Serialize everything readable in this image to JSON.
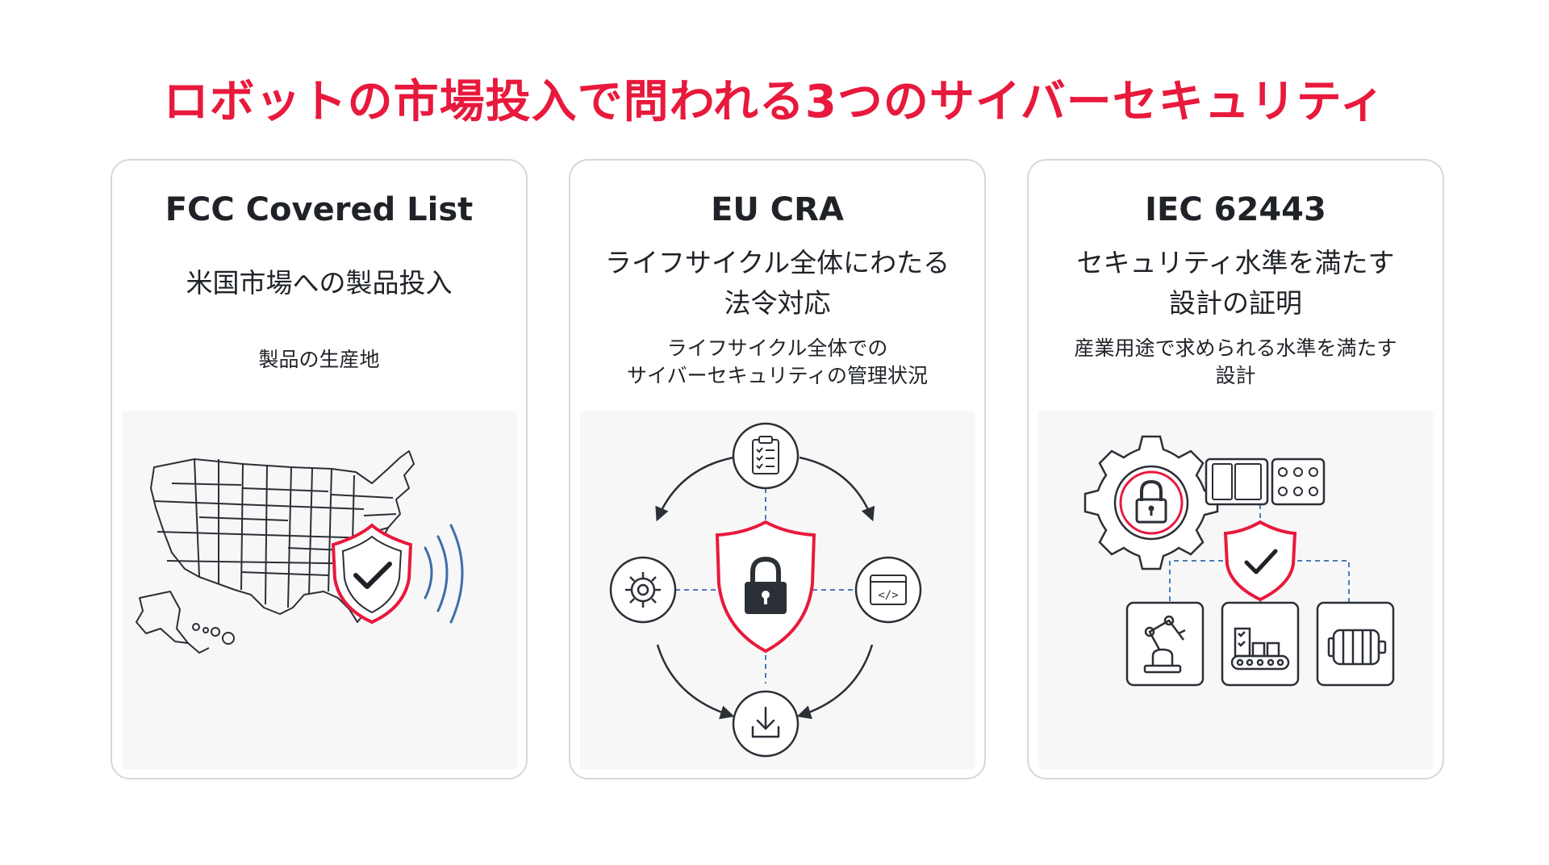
{
  "slide": {
    "title": "ロボットの市場投入で問われる3つのサイバーセキュリティ"
  },
  "cards": [
    {
      "title": "FCC Covered List",
      "subtitle_lines": [
        "米国市場への製品投入"
      ],
      "note_lines": [
        "製品の生産地"
      ],
      "illustration": "us-map-with-shield"
    },
    {
      "title": "EU CRA",
      "subtitle_lines": [
        "ライフサイクル全体にわたる",
        "法令対応"
      ],
      "note_lines": [
        "ライフサイクル全体での",
        "サイバーセキュリティの管理状況"
      ],
      "illustration": "lifecycle-cycle-with-lock-shield"
    },
    {
      "title": "IEC 62443",
      "subtitle_lines": [
        "セキュリティ水準を満たす",
        "設計の証明"
      ],
      "note_lines": [
        "産業用途で求められる水準を満たす",
        "設計"
      ],
      "illustration": "industrial-system-with-check-shield"
    }
  ],
  "colors": {
    "accent_red": "#e8193c",
    "text_dark": "#1f2328",
    "icon_dark": "#2b2f36",
    "dashed_blue": "#4a7bb7",
    "signal_blue": "#3c6ea8"
  },
  "icons": [
    "us-map-icon",
    "shield-check-icon",
    "signal-waves-icon",
    "clipboard-checklist-icon",
    "gear-icon",
    "code-window-icon",
    "download-icon",
    "shield-lock-icon",
    "cycle-arrows-icon",
    "gear-lock-icon",
    "control-panel-icon",
    "robot-arm-icon",
    "conveyor-icon",
    "motor-icon"
  ]
}
